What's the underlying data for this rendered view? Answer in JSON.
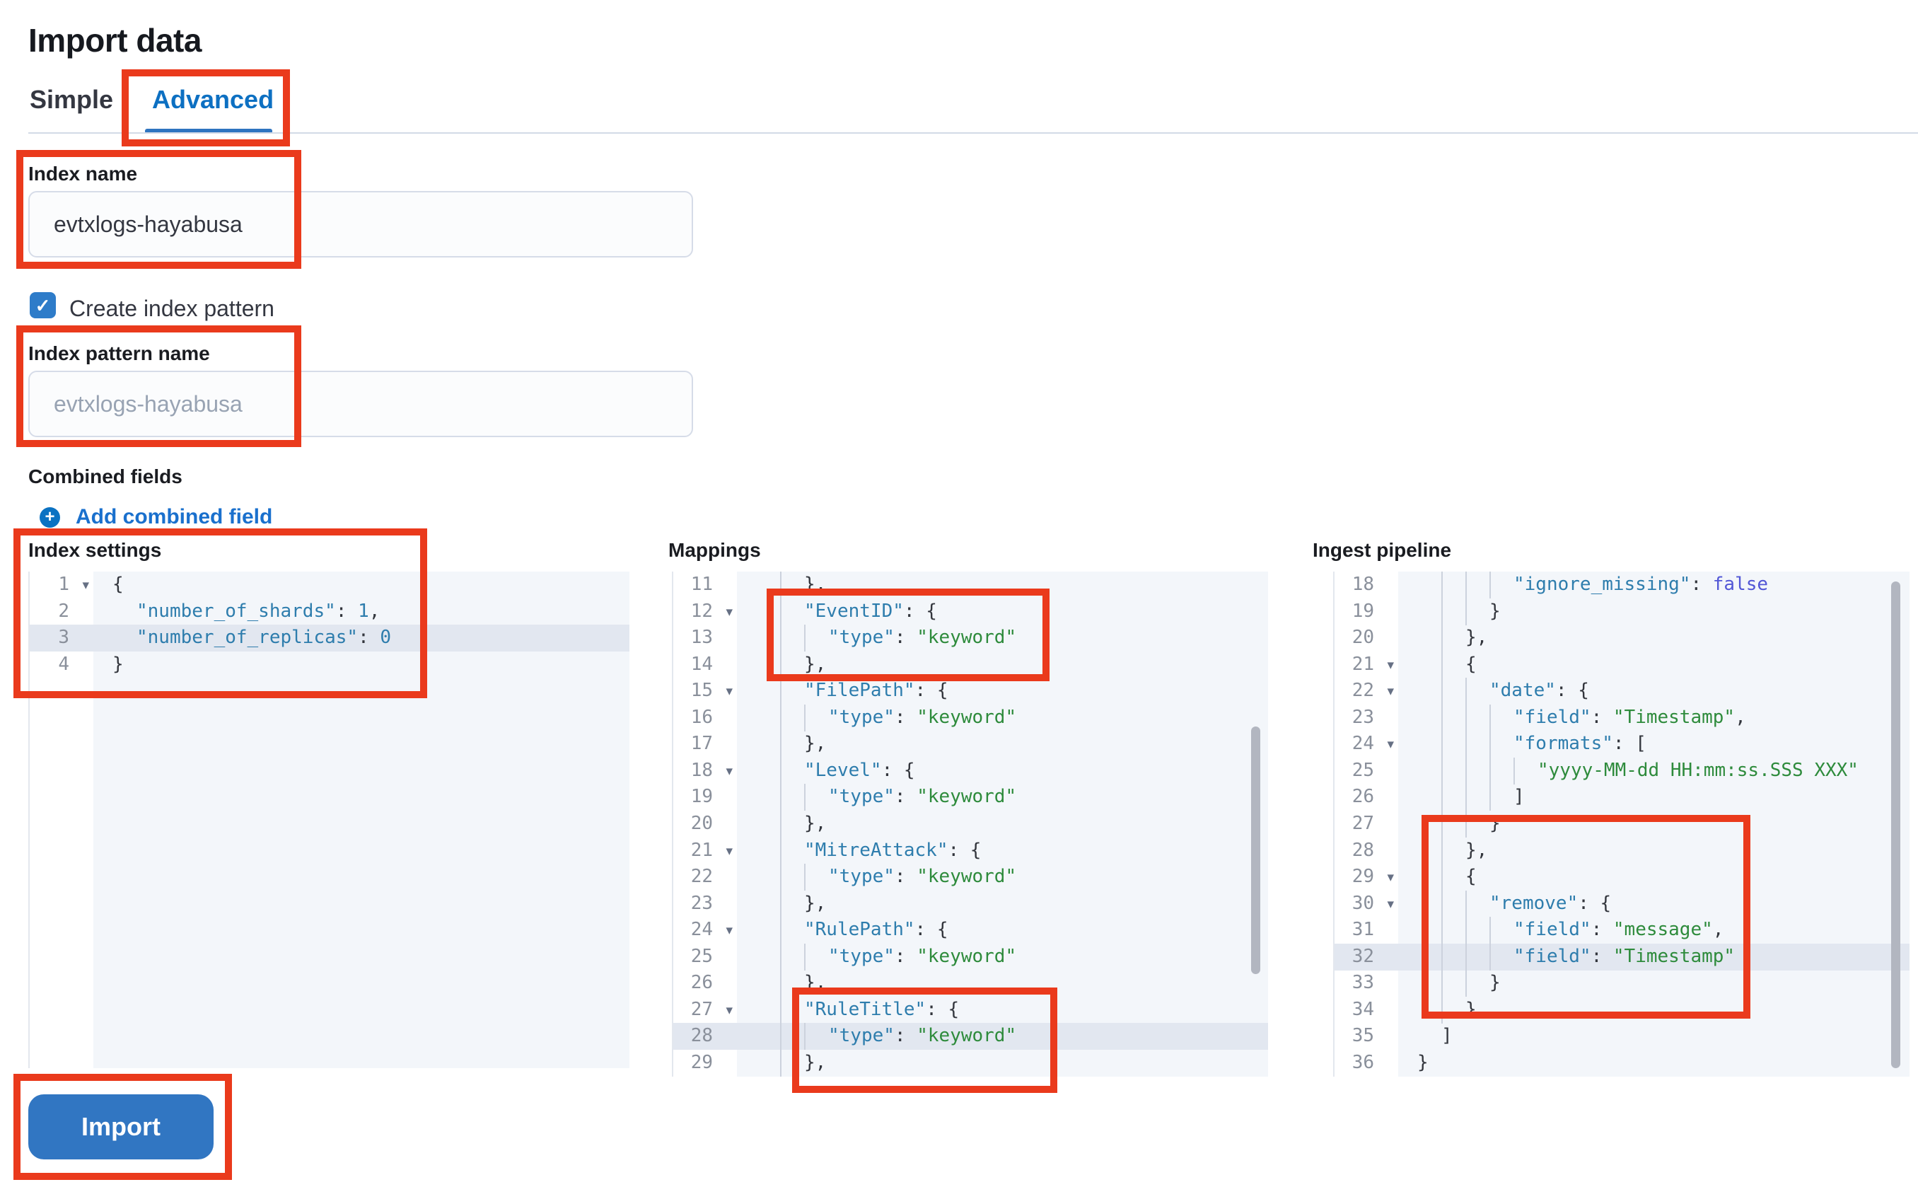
{
  "page": {
    "title": "Import data"
  },
  "tabs": [
    {
      "label": "Simple",
      "active": false
    },
    {
      "label": "Advanced",
      "active": true
    }
  ],
  "form": {
    "index_name": {
      "label": "Index name",
      "value": "evtxlogs-hayabusa"
    },
    "create_index_pattern": {
      "label": "Create index pattern",
      "checked": true
    },
    "index_pattern_name": {
      "label": "Index pattern name",
      "placeholder": "evtxlogs-hayabusa"
    },
    "combined_fields": {
      "label": "Combined fields",
      "add_link": "Add combined field"
    }
  },
  "editors": [
    {
      "label": "Index settings",
      "lines": [
        {
          "n": 1,
          "a": 1,
          "i": 0,
          "h": 0,
          "s": [
            [
              "p",
              "{"
            ]
          ]
        },
        {
          "n": 2,
          "a": 0,
          "i": 1,
          "h": 0,
          "s": [
            [
              "k",
              "\"number_of_shards\""
            ],
            [
              "p",
              ": "
            ],
            [
              "n",
              "1"
            ],
            [
              "p",
              ","
            ]
          ]
        },
        {
          "n": 3,
          "a": 0,
          "i": 1,
          "h": 1,
          "s": [
            [
              "k",
              "\"number_of_replicas\""
            ],
            [
              "p",
              ": "
            ],
            [
              "n",
              "0"
            ]
          ]
        },
        {
          "n": 4,
          "a": 0,
          "i": 0,
          "h": 0,
          "s": [
            [
              "p",
              "}"
            ]
          ]
        }
      ]
    },
    {
      "label": "Mappings",
      "lines": [
        {
          "n": 11,
          "a": 0,
          "i": 2,
          "h": 0,
          "s": [
            [
              "p",
              "},"
            ]
          ]
        },
        {
          "n": 12,
          "a": 1,
          "i": 2,
          "h": 0,
          "s": [
            [
              "k",
              "\"EventID\""
            ],
            [
              "p",
              ": {"
            ]
          ]
        },
        {
          "n": 13,
          "a": 0,
          "i": 3,
          "h": 0,
          "s": [
            [
              "k",
              "\"type\""
            ],
            [
              "p",
              ": "
            ],
            [
              "s",
              "\"keyword\""
            ]
          ]
        },
        {
          "n": 14,
          "a": 0,
          "i": 2,
          "h": 0,
          "s": [
            [
              "p",
              "},"
            ]
          ]
        },
        {
          "n": 15,
          "a": 1,
          "i": 2,
          "h": 0,
          "s": [
            [
              "k",
              "\"FilePath\""
            ],
            [
              "p",
              ": {"
            ]
          ]
        },
        {
          "n": 16,
          "a": 0,
          "i": 3,
          "h": 0,
          "s": [
            [
              "k",
              "\"type\""
            ],
            [
              "p",
              ": "
            ],
            [
              "s",
              "\"keyword\""
            ]
          ]
        },
        {
          "n": 17,
          "a": 0,
          "i": 2,
          "h": 0,
          "s": [
            [
              "p",
              "},"
            ]
          ]
        },
        {
          "n": 18,
          "a": 1,
          "i": 2,
          "h": 0,
          "s": [
            [
              "k",
              "\"Level\""
            ],
            [
              "p",
              ": {"
            ]
          ]
        },
        {
          "n": 19,
          "a": 0,
          "i": 3,
          "h": 0,
          "s": [
            [
              "k",
              "\"type\""
            ],
            [
              "p",
              ": "
            ],
            [
              "s",
              "\"keyword\""
            ]
          ]
        },
        {
          "n": 20,
          "a": 0,
          "i": 2,
          "h": 0,
          "s": [
            [
              "p",
              "},"
            ]
          ]
        },
        {
          "n": 21,
          "a": 1,
          "i": 2,
          "h": 0,
          "s": [
            [
              "k",
              "\"MitreAttack\""
            ],
            [
              "p",
              ": {"
            ]
          ]
        },
        {
          "n": 22,
          "a": 0,
          "i": 3,
          "h": 0,
          "s": [
            [
              "k",
              "\"type\""
            ],
            [
              "p",
              ": "
            ],
            [
              "s",
              "\"keyword\""
            ]
          ]
        },
        {
          "n": 23,
          "a": 0,
          "i": 2,
          "h": 0,
          "s": [
            [
              "p",
              "},"
            ]
          ]
        },
        {
          "n": 24,
          "a": 1,
          "i": 2,
          "h": 0,
          "s": [
            [
              "k",
              "\"RulePath\""
            ],
            [
              "p",
              ": {"
            ]
          ]
        },
        {
          "n": 25,
          "a": 0,
          "i": 3,
          "h": 0,
          "s": [
            [
              "k",
              "\"type\""
            ],
            [
              "p",
              ": "
            ],
            [
              "s",
              "\"keyword\""
            ]
          ]
        },
        {
          "n": 26,
          "a": 0,
          "i": 2,
          "h": 0,
          "s": [
            [
              "p",
              "},"
            ]
          ]
        },
        {
          "n": 27,
          "a": 1,
          "i": 2,
          "h": 0,
          "s": [
            [
              "k",
              "\"RuleTitle\""
            ],
            [
              "p",
              ": {"
            ]
          ]
        },
        {
          "n": 28,
          "a": 0,
          "i": 3,
          "h": 1,
          "s": [
            [
              "k",
              "\"type\""
            ],
            [
              "p",
              ": "
            ],
            [
              "s",
              "\"keyword\""
            ]
          ]
        },
        {
          "n": 29,
          "a": 0,
          "i": 2,
          "h": 0,
          "s": [
            [
              "p",
              "},"
            ]
          ]
        }
      ]
    },
    {
      "label": "Ingest pipeline",
      "lines": [
        {
          "n": 18,
          "a": 0,
          "i": 4,
          "h": 0,
          "s": [
            [
              "k",
              "\"ignore_missing\""
            ],
            [
              "p",
              ": "
            ],
            [
              "b",
              "false"
            ]
          ]
        },
        {
          "n": 19,
          "a": 0,
          "i": 3,
          "h": 0,
          "s": [
            [
              "p",
              "}"
            ]
          ]
        },
        {
          "n": 20,
          "a": 0,
          "i": 2,
          "h": 0,
          "s": [
            [
              "p",
              "},"
            ]
          ]
        },
        {
          "n": 21,
          "a": 1,
          "i": 2,
          "h": 0,
          "s": [
            [
              "p",
              "{"
            ]
          ]
        },
        {
          "n": 22,
          "a": 1,
          "i": 3,
          "h": 0,
          "s": [
            [
              "k",
              "\"date\""
            ],
            [
              "p",
              ": {"
            ]
          ]
        },
        {
          "n": 23,
          "a": 0,
          "i": 4,
          "h": 0,
          "s": [
            [
              "k",
              "\"field\""
            ],
            [
              "p",
              ": "
            ],
            [
              "s",
              "\"Timestamp\""
            ],
            [
              "p",
              ","
            ]
          ]
        },
        {
          "n": 24,
          "a": 1,
          "i": 4,
          "h": 0,
          "s": [
            [
              "k",
              "\"formats\""
            ],
            [
              "p",
              ": ["
            ]
          ]
        },
        {
          "n": 25,
          "a": 0,
          "i": 5,
          "h": 0,
          "s": [
            [
              "s",
              "\"yyyy-MM-dd HH:mm:ss.SSS XXX\""
            ]
          ]
        },
        {
          "n": 26,
          "a": 0,
          "i": 4,
          "h": 0,
          "s": [
            [
              "p",
              "]"
            ]
          ]
        },
        {
          "n": 27,
          "a": 0,
          "i": 3,
          "h": 0,
          "s": [
            [
              "p",
              "}"
            ]
          ]
        },
        {
          "n": 28,
          "a": 0,
          "i": 2,
          "h": 0,
          "s": [
            [
              "p",
              "},"
            ]
          ]
        },
        {
          "n": 29,
          "a": 1,
          "i": 2,
          "h": 0,
          "s": [
            [
              "p",
              "{"
            ]
          ]
        },
        {
          "n": 30,
          "a": 1,
          "i": 3,
          "h": 0,
          "s": [
            [
              "k",
              "\"remove\""
            ],
            [
              "p",
              ": {"
            ]
          ]
        },
        {
          "n": 31,
          "a": 0,
          "i": 4,
          "h": 0,
          "s": [
            [
              "k",
              "\"field\""
            ],
            [
              "p",
              ": "
            ],
            [
              "s",
              "\"message\""
            ],
            [
              "p",
              ","
            ]
          ]
        },
        {
          "n": 32,
          "a": 0,
          "i": 4,
          "h": 1,
          "s": [
            [
              "k",
              "\"field\""
            ],
            [
              "p",
              ": "
            ],
            [
              "s",
              "\"Timestamp\""
            ]
          ]
        },
        {
          "n": 33,
          "a": 0,
          "i": 3,
          "h": 0,
          "s": [
            [
              "p",
              "}"
            ]
          ]
        },
        {
          "n": 34,
          "a": 0,
          "i": 2,
          "h": 0,
          "s": [
            [
              "p",
              "}"
            ]
          ]
        },
        {
          "n": 35,
          "a": 0,
          "i": 1,
          "h": 0,
          "s": [
            [
              "p",
              "]"
            ]
          ]
        },
        {
          "n": 36,
          "a": 0,
          "i": 0,
          "h": 0,
          "s": [
            [
              "p",
              "}"
            ]
          ]
        }
      ]
    }
  ],
  "import_button": {
    "label": "Import"
  },
  "icons": {
    "checkbox_check": "check-icon",
    "add_field": "plus-in-circle-icon",
    "fold": "chevron-down-icon"
  },
  "colors": {
    "annotation_red": "#ea3a1c",
    "tab_active_blue": "#0d70c2",
    "link_blue": "#1a70cd",
    "checkbox_blue": "#2e7cc9",
    "button_blue": "#3176c2",
    "code_key": "#2e7dad",
    "code_string": "#2e8b3c",
    "code_number": "#2e7dad",
    "code_boolean": "#5156d6",
    "editor_bg": "#f3f6fa",
    "active_line_bg": "#e2e7f0"
  }
}
